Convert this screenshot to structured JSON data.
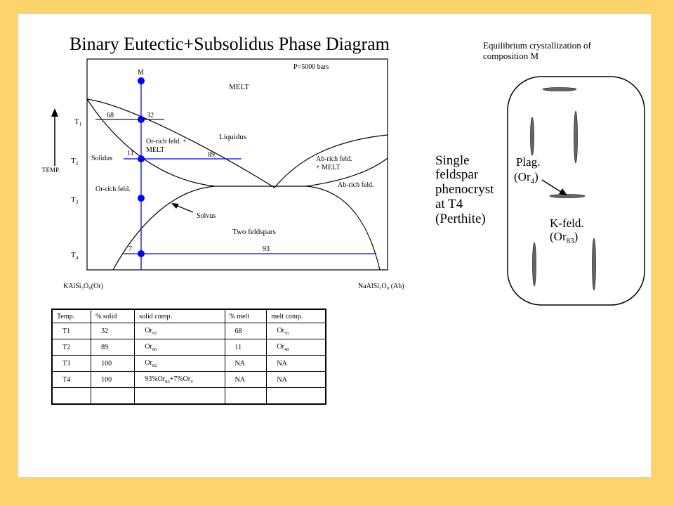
{
  "title": "Binary Eutectic+Subsolidus Phase Diagram",
  "equilibrium_title": "Equilibrium crystallization of composition M",
  "diagram": {
    "pressure": "P=5000 bars",
    "point_m": "M",
    "melt": "MELT",
    "liquidus": "Liquidus",
    "solidus": "Solidus",
    "or_rich_melt_line1": "Or-rich feld. +",
    "or_rich_melt_line2": "MELT",
    "ab_rich_melt_line1": "Ab-rich feld.",
    "ab_rich_melt_line2": "+ MELT",
    "ab_rich": "Ab-rich feld.",
    "or_rich": "Or-rich feld.",
    "solvus": "Solvus",
    "two_feldspars": "Two feldspars",
    "temp_axis": "TEMP.",
    "t_labels": [
      {
        "main": "T",
        "sub": "1"
      },
      {
        "main": "T",
        "sub": "2"
      },
      {
        "main": "T",
        "sub": "3"
      },
      {
        "main": "T",
        "sub": "4"
      }
    ],
    "n68": "68",
    "n32": "32",
    "n11": "11",
    "n89": "89",
    "n7": "7",
    "n93": "93",
    "left_end": "KAlSi₃O₈(Or)",
    "right_end": "NaAlSi₃O₈ (Ab)"
  },
  "right_panel": {
    "single_lines": [
      "Single",
      "feldspar",
      "phenocryst",
      "at T4",
      "(Perthite)"
    ],
    "plag": "Plag.",
    "plag_comp_main": "(Or",
    "plag_comp_sub": "4",
    "plag_comp_end": ")",
    "kfeld": "K-feld.",
    "kfeld_comp_main": "(Or",
    "kfeld_comp_sub": "83",
    "kfeld_comp_end": ")"
  },
  "table": {
    "headers": [
      "Temp.",
      "% solid",
      "solid comp.",
      "% melt",
      "melt comp."
    ],
    "rows": [
      {
        "temp": "T1",
        "solid": "32",
        "solid_comp_main": "Or",
        "solid_comp_sub": "97",
        "melt": "68",
        "melt_comp_main": "Or",
        "melt_comp_sub": "76"
      },
      {
        "temp": "T2",
        "solid": "89",
        "solid_comp_main": "Or",
        "solid_comp_sub": "86",
        "melt": "11",
        "melt_comp_main": "Or",
        "melt_comp_sub": "48"
      },
      {
        "temp": "T3",
        "solid": "100",
        "solid_comp_main": "Or",
        "solid_comp_sub": "82",
        "melt": "NA",
        "melt_comp_main": "NA",
        "melt_comp_sub": ""
      },
      {
        "temp": "T4",
        "solid": "100",
        "solid_comp_main": "93%Or",
        "solid_comp_sub": "83",
        "solid_comp_mid": "+7%Or",
        "solid_comp_sub2": "4",
        "melt": "NA",
        "melt_comp_main": "NA",
        "melt_comp_sub": ""
      }
    ]
  },
  "colors": {
    "background": "#FFD36B",
    "slide": "#FFFFFF",
    "blue": "#0000FF",
    "crystal": "#666666"
  }
}
